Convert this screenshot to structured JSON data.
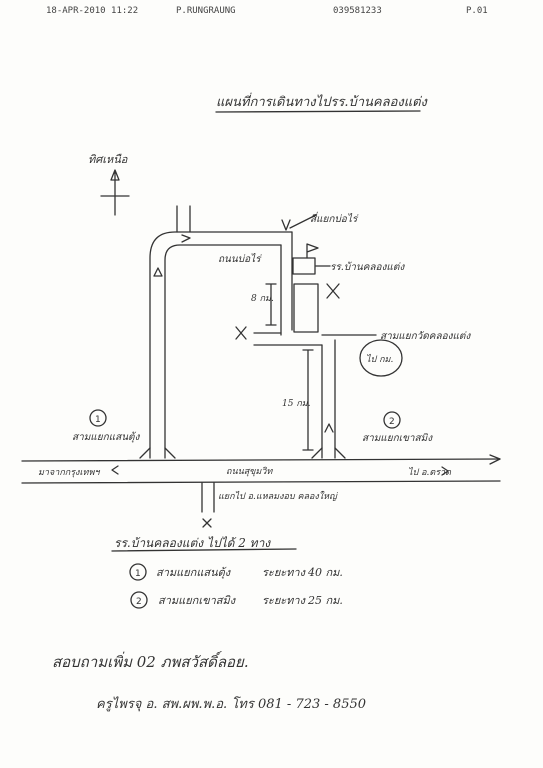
{
  "fax_header": {
    "datetime": "18-APR-2010 11:22",
    "sender": "P.RUNGRAUNG",
    "fax_number": "039581233",
    "page": "P.01"
  },
  "map": {
    "title": "แผนที่การเดินทางไปรร.บ้านคลองแต่ง",
    "north_label": "ทิศเหนือ",
    "labels": {
      "top_intersection": "สี่แยกบ่อไร่",
      "road_to_borai": "ถนนบ่อไร่",
      "school": "รร.บ้านคลองแต่ง",
      "distance_8km": "8 กม.",
      "side_junction": "สามแยกวัดคลองแต่ง",
      "circle_note": "ไป กม.",
      "distance_15km": "15 กม.",
      "junction_1": "สามแยกแสนตุ้ง",
      "junction_2": "สามแยกเขาสมิง",
      "from_bangkok": "มาจากกรุงเทพฯ",
      "main_road": "ถนนสุขุมวิท",
      "to_trat": "ไป อ.ตราด",
      "bottom_junction": "แยกไป อ.แหลมงอบ คลองใหญ่"
    },
    "markers": [
      "1",
      "2"
    ]
  },
  "notes": {
    "heading": "รร.บ้านคลองแต่ง ไปได้ 2 ทาง",
    "routes": [
      {
        "num": "1",
        "name": "สามแยกแสนตุ้ง",
        "distance_label": "ระยะทาง",
        "distance": "40 กม."
      },
      {
        "num": "2",
        "name": "สามแยกเขาสมิง",
        "distance_label": "ระยะทาง",
        "distance": "25 กม."
      }
    ],
    "contact_line": "สอบถามเพิ่ม 02 ภพสวัสดิ์ลอย.",
    "phone_line": "ครูไพรจุ อ. สพ.ผพ.พ.อ. โทร 081 - 723 - 8550"
  }
}
